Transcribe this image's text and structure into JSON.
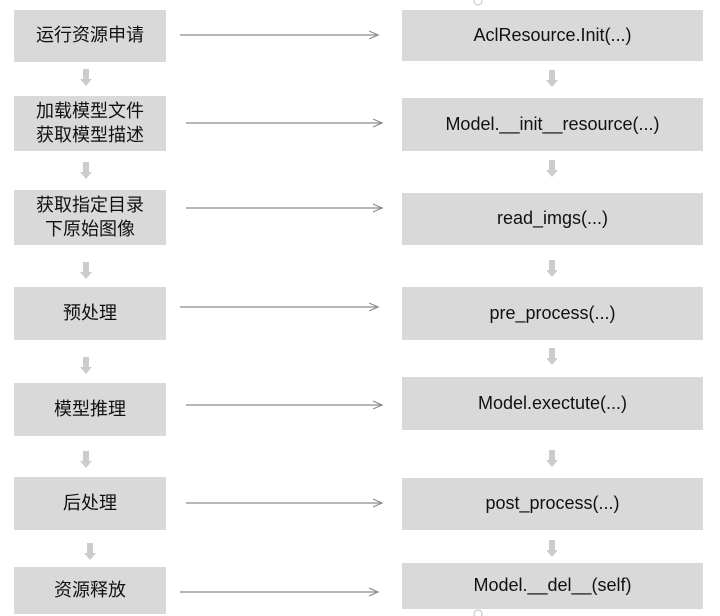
{
  "steps": [
    {
      "label": "运行资源申请",
      "code": "AclResource.Init(...)"
    },
    {
      "label": "加载模型文件\n获取模型描述",
      "code": "Model.__init__resource(...)"
    },
    {
      "label": "获取指定目录\n下原始图像",
      "code": "read_imgs(...)"
    },
    {
      "label": "预处理",
      "code": "pre_process(...)"
    },
    {
      "label": "模型推理",
      "code": "Model.exectute(...)"
    },
    {
      "label": "后处理",
      "code": "post_process(...)"
    },
    {
      "label": "资源释放",
      "code": "Model.__del__(self)"
    }
  ],
  "colors": {
    "box": "#d9d9d9",
    "arrow": "#8c8c8c",
    "down_arrow": "#cccccc"
  }
}
